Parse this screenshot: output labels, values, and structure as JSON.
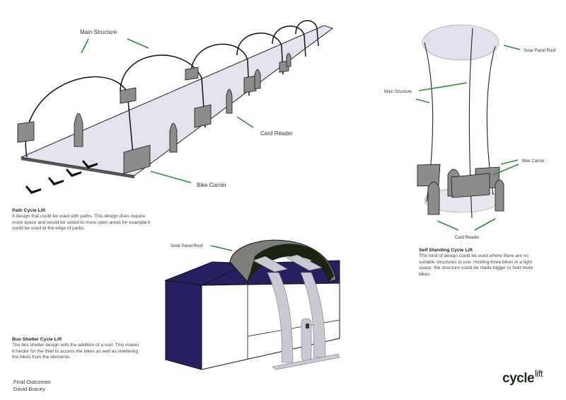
{
  "path_lift": {
    "labels": {
      "main_structure": "Main Structure",
      "card_reader": "Card Reader",
      "bike_carrier": "Bike Carrier"
    },
    "title": "Path Cycle Lift",
    "description": "A design that could be used with paths.  This design does require more space and would be suited to more open areas for example it could be used at the edge of parks."
  },
  "standing_lift": {
    "labels": {
      "solar_panel_roof": "Solar Panel Roof",
      "main_structure": "Main Structure",
      "bike_carrier": "Bike Carrier",
      "card_reader": "Card Reader"
    },
    "title": "Self Standing Cycle Lift",
    "description": "This kind of design could be used where there are no suitable structures to use.  Holding three bikes in a tight space, the structure could be made bigger to hold more bikes."
  },
  "bus_lift": {
    "labels": {
      "solar_panel_roof": "Solar Panel Roof"
    },
    "title": "Bus Shelter Cycle Lift",
    "description": "The bus shelter design with the addition of a roof.  This makes it harder for the thief to access the bikes as well as sheltering the bikes from the elements."
  },
  "credits": {
    "line1": "Final Outcomes",
    "line2": "David Bracey"
  },
  "logo": {
    "main": "cycle",
    "sup": "lift"
  },
  "colors": {
    "leader": "#2e8b3a",
    "shelter_blue": "#252060",
    "carrier_grey": "#8c8c8c",
    "ground": "#e4e2ec"
  }
}
